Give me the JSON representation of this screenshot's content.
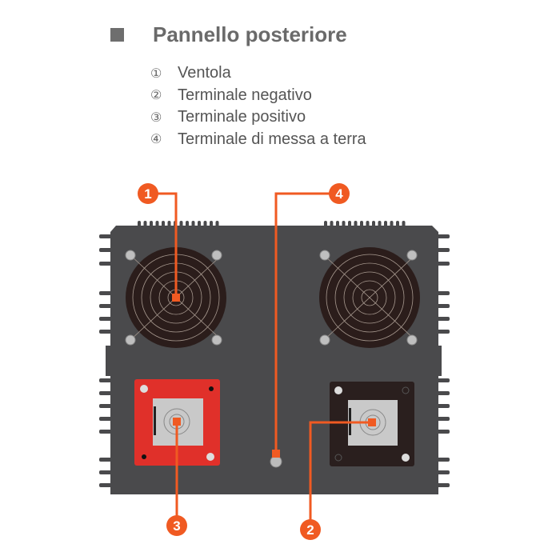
{
  "header": {
    "title": "Pannello posteriore"
  },
  "legend": [
    {
      "num": "①",
      "label": "Ventola"
    },
    {
      "num": "②",
      "label": "Terminale negativo"
    },
    {
      "num": "③",
      "label": "Terminale positivo"
    },
    {
      "num": "④",
      "label": "Terminale di messa a terra"
    }
  ],
  "callouts": [
    "1",
    "2",
    "3",
    "4"
  ],
  "colors": {
    "accent": "#f05a22",
    "body": "#4a4a4c",
    "positive_plate": "#e0302a",
    "negative_plate": "#2a1f1e",
    "terminal": "#c9c9c9"
  }
}
